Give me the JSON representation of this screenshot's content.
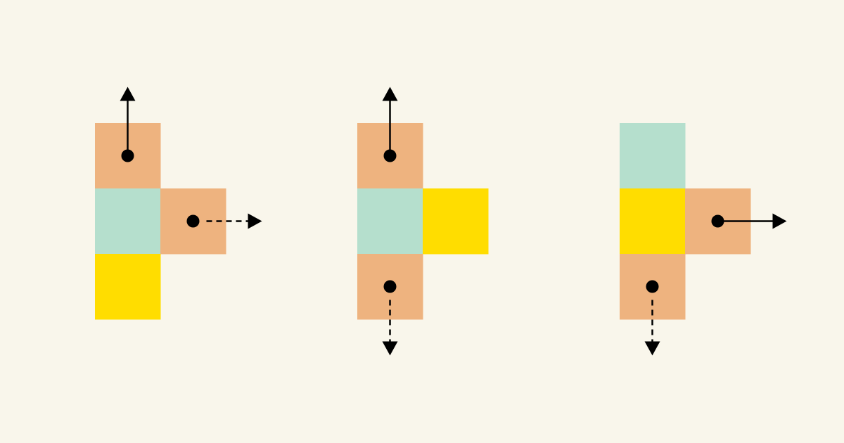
{
  "palette": {
    "background": "#f9f6eb",
    "orange": "#eeb37f",
    "teal": "#b5dfcd",
    "yellow": "#ffdd00",
    "ink": "#000000"
  },
  "figures": [
    {
      "name": "figure-1",
      "cells": [
        {
          "col": 0,
          "row": 0,
          "color": "orange"
        },
        {
          "col": 0,
          "row": 1,
          "color": "teal"
        },
        {
          "col": 1,
          "row": 1,
          "color": "orange"
        },
        {
          "col": 0,
          "row": 2,
          "color": "yellow"
        }
      ],
      "arrows": [
        {
          "col": 0,
          "row": 0,
          "direction": "up",
          "style": "solid"
        },
        {
          "col": 1,
          "row": 1,
          "direction": "right",
          "style": "dashed"
        }
      ]
    },
    {
      "name": "figure-2",
      "cells": [
        {
          "col": 0,
          "row": 0,
          "color": "orange"
        },
        {
          "col": 0,
          "row": 1,
          "color": "teal"
        },
        {
          "col": 1,
          "row": 1,
          "color": "yellow"
        },
        {
          "col": 0,
          "row": 2,
          "color": "orange"
        }
      ],
      "arrows": [
        {
          "col": 0,
          "row": 0,
          "direction": "up",
          "style": "solid"
        },
        {
          "col": 0,
          "row": 2,
          "direction": "down",
          "style": "dashed"
        }
      ]
    },
    {
      "name": "figure-3",
      "cells": [
        {
          "col": 0,
          "row": 0,
          "color": "teal"
        },
        {
          "col": 0,
          "row": 1,
          "color": "yellow"
        },
        {
          "col": 1,
          "row": 1,
          "color": "orange"
        },
        {
          "col": 0,
          "row": 2,
          "color": "orange"
        }
      ],
      "arrows": [
        {
          "col": 1,
          "row": 1,
          "direction": "right",
          "style": "solid"
        },
        {
          "col": 0,
          "row": 2,
          "direction": "down",
          "style": "dashed"
        }
      ]
    }
  ]
}
